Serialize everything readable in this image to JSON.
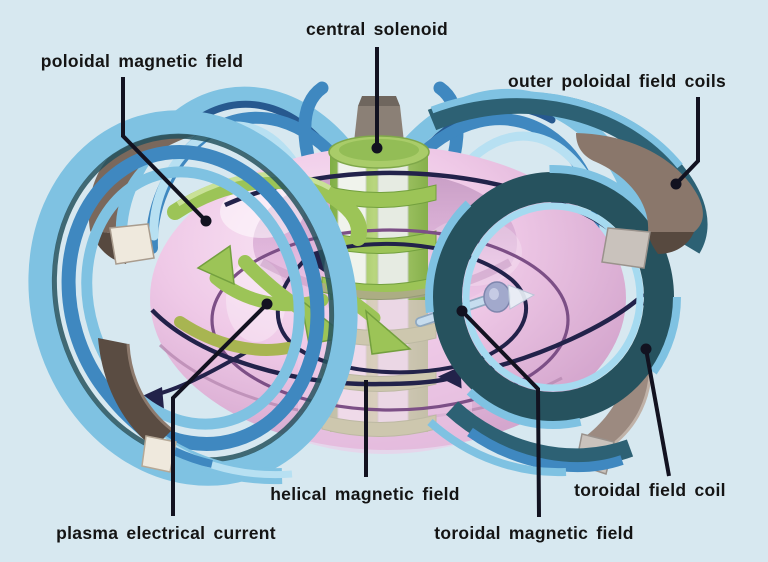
{
  "labels": {
    "poloidal_magnetic_field": "poloidal magnetic field",
    "central_solenoid": "central solenoid",
    "outer_poloidal_field_coils": "outer poloidal field coils",
    "plasma_electrical_current": "plasma electrical current",
    "helical_magnetic_field": "helical magnetic field",
    "toroidal_magnetic_field": "toroidal magnetic field",
    "toroidal_field_coil": "toroidal field coil"
  },
  "palette": {
    "background": "#d7e8f0",
    "label_text": "#141414",
    "pointer": "#121220",
    "plasma_pink": "#efc9e7",
    "plasma_light": "#fbeaf7",
    "plasma_deep": "#d6a8cf",
    "plasma_wall": "#c89ec5",
    "coil_light_blue": "#7fc2e2",
    "coil_pale_blue": "#b7e0f2",
    "coil_mid_blue": "#3f88c0",
    "coil_navy": "#27598f",
    "coil_teal_dark": "#26525e",
    "coil_teal_mid": "#2d6174",
    "coil_teal_accent": "#a5daf0",
    "solenoid_green": "#9cc457",
    "solenoid_green_dark": "#73a03e",
    "solenoid_green_light": "#c9e197",
    "panel_white": "#f0f3ec",
    "brown": "#7a685c",
    "brown_dark": "#57493f",
    "brown_light": "#9c8a80",
    "cap_cream": "#efe9dd",
    "cap_gray": "#c9c2bc",
    "field_navy": "#22224a",
    "current_purple": "#7c4f86",
    "steel": "#c6dcee",
    "steel_disc": "#a2a9cc"
  }
}
